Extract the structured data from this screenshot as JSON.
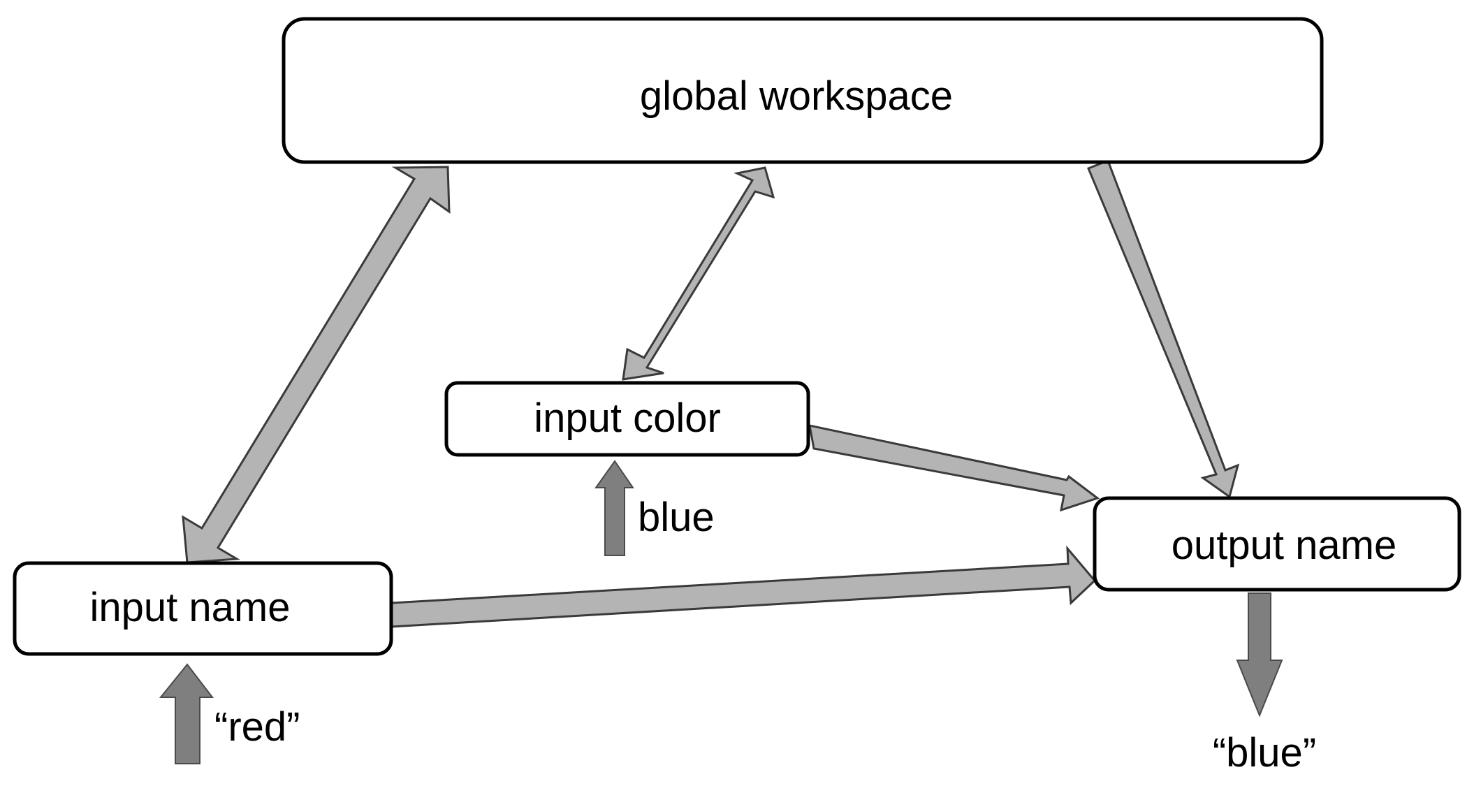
{
  "nodes": {
    "global_workspace": "global workspace",
    "input_color": "input color",
    "input_name": "input name",
    "output_name": "output name"
  },
  "io_labels": {
    "color_input": "blue",
    "name_input": "“red”",
    "name_output": "“blue”"
  },
  "colors": {
    "connection_arrow": "#b4b4b4",
    "io_arrow": "#7f7f7f"
  }
}
